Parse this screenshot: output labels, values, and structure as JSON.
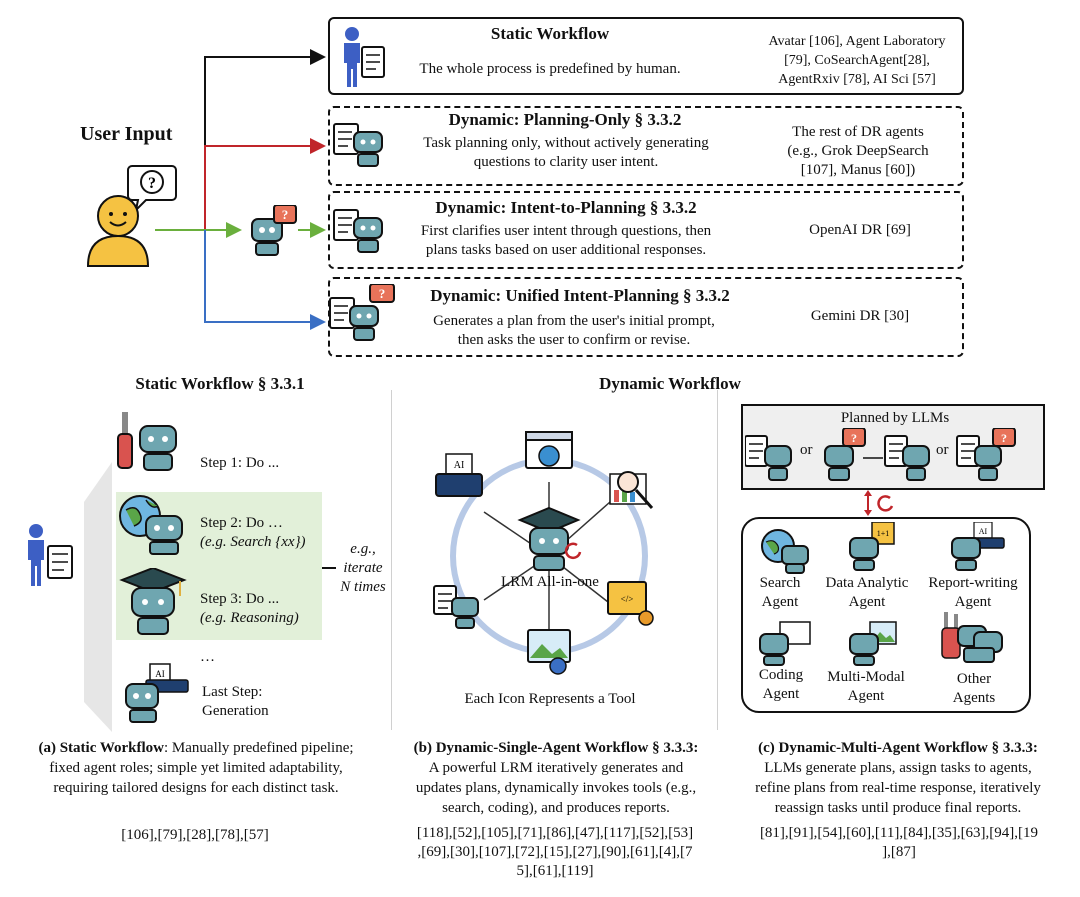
{
  "top": {
    "user_input_label": "User Input",
    "question_mark": "?",
    "static": {
      "title": "Static Workflow",
      "desc": "The whole process is predefined by human.",
      "refs": [
        "Avatar [106], Agent Laboratory",
        "[79], CoSearchAgent[28],",
        "AgentRxiv [78], AI Sci [57]"
      ]
    },
    "planning_only": {
      "title": "Dynamic: Planning-Only § 3.3.2",
      "desc": [
        "Task planning only, without actively generating",
        "questions to clarity user intent."
      ],
      "refs": [
        "The rest of DR agents",
        "(e.g., Grok DeepSearch",
        "[107], Manus [60])"
      ]
    },
    "intent_to_planning": {
      "title": "Dynamic: Intent-to-Planning § 3.3.2",
      "desc": [
        "First clarifies user intent through questions, then",
        "plans tasks based on user additional responses."
      ],
      "refs": [
        "OpenAI DR [69]"
      ]
    },
    "unified": {
      "title": "Dynamic: Unified Intent-Planning § 3.3.2",
      "desc": [
        "Generates a plan from the user's initial prompt,",
        "then asks the user to confirm or revise."
      ],
      "refs": [
        "Gemini DR [30]"
      ]
    }
  },
  "left": {
    "heading": "Static Workflow § 3.3.1",
    "step1": "Step 1: Do ...",
    "step2": "Step 2: Do …",
    "step2_eg": "(e.g. Search {xx})",
    "step3": "Step 3: Do ...",
    "step3_eg": "(e.g. Reasoning)",
    "ellipsis": "…",
    "last_step": [
      "Last Step:",
      "Generation"
    ],
    "iterate": [
      "e.g.,",
      "iterate",
      "N times"
    ],
    "caption_bold": "(a) Static Workflow",
    "caption_rest": ": Manually predefined pipeline;",
    "caption_lines": [
      "fixed agent roles;  simple yet limited adaptability,",
      "requiring tailored designs for each distinct task."
    ],
    "refs": "[106],[79],[28],[78],[57]"
  },
  "middle": {
    "heading": "Dynamic Workflow",
    "lrm_label": "LRM All-in-one",
    "tool_note": "Each Icon Represents a Tool",
    "caption_bold": "(b) Dynamic-Single-Agent Workflow § 3.3.3:",
    "caption_lines": [
      "A powerful LRM iteratively generates and",
      "updates plans, dynamically invokes tools (e.g.,",
      "search, coding), and produces reports."
    ],
    "refs": [
      "[118],[52],[105],[71],[86],[47],[117],[52],[53]",
      ",[69],[30],[107],[72],[15],[27],[90],[61],[4],[7",
      "5],[61],[119]"
    ]
  },
  "right": {
    "planned_label": "Planned by LLMs",
    "or1": "or",
    "or2": "or",
    "agents": {
      "search": [
        "Search",
        "Agent"
      ],
      "data": [
        "Data Analytic",
        "Agent"
      ],
      "report": [
        "Report-writing",
        "Agent"
      ],
      "coding": [
        "Coding",
        "Agent"
      ],
      "multimodal": [
        "Multi-Modal",
        "Agent"
      ],
      "other": [
        "Other",
        "Agents"
      ]
    },
    "caption_bold": "(c) Dynamic-Multi-Agent Workflow § 3.3.3:",
    "caption_lines": [
      "LLMs generate plans, assign tasks to agents,",
      "refine plans from real-time response, iteratively",
      "reassign tasks until produce final reports."
    ],
    "refs": [
      "[81],[91],[54],[60],[11],[84],[35],[63],[94],[19",
      "],[87]"
    ]
  },
  "colors": {
    "arrow_black": "#111111",
    "arrow_red": "#c0252a",
    "arrow_green": "#6aaf3d",
    "arrow_blue": "#3a6fc4",
    "robot_teal": "#6fa6b0",
    "user_yellow": "#f5c242",
    "human_blue": "#3d5fc4",
    "green_highlight": "#e2f0d9",
    "circle_blue": "#b7c9e6",
    "planned_bg": "#efefef"
  }
}
